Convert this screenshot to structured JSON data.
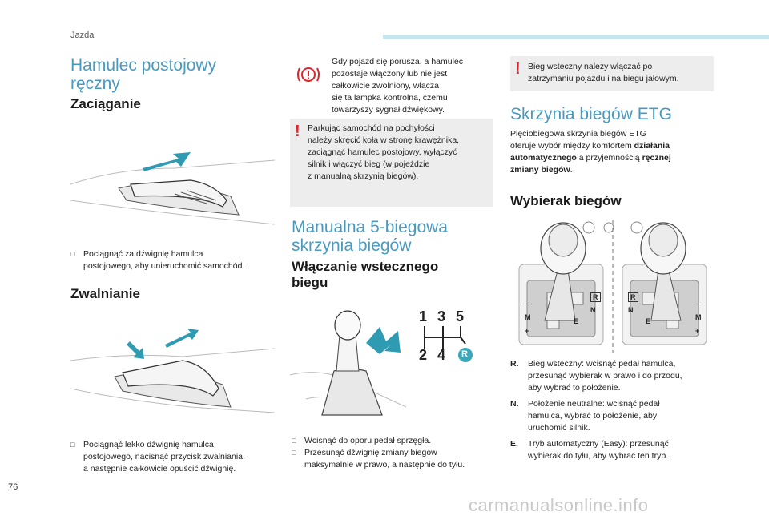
{
  "header": {
    "section": "Jazda"
  },
  "page_number": "76",
  "watermark": "carmanualsonline.info",
  "parking_brake": {
    "title_line1": "Hamulec postojowy",
    "title_line2": "ręczny",
    "apply_heading": "Zaciąganie",
    "apply_bullet_l1": "Pociągnąć za dźwignię hamulca",
    "apply_bullet_l2": "postojowego, aby unieruchomić samochód.",
    "release_heading": "Zwalnianie",
    "release_bullet_l1": "Pociągnąć lekko dźwignię hamulca",
    "release_bullet_l2": "postojowego, nacisnąć przycisk zwalniania,",
    "release_bullet_l3": "a następnie całkowicie opuścić dźwignię."
  },
  "warnings": {
    "moving_l1": "Gdy pojazd się porusza, a hamulec",
    "moving_l2": "pozostaje włączony lub nie jest",
    "moving_l3": "całkowicie zwolniony, włącza",
    "moving_l4": "się ta lampka kontrolna, czemu",
    "moving_l5": "towarzyszy sygnał dźwiękowy.",
    "parking_l1": "Parkując samochód na pochyłości",
    "parking_l2": "należy skręcić koła w stronę krawężnika,",
    "parking_l3": "zaciągnąć hamulec postojowy, wyłączyć",
    "parking_l4": "silnik i włączyć bieg (w pojeździe",
    "parking_l5": "z manualną skrzynią biegów).",
    "reverse_l1": "Bieg wsteczny należy włączać po",
    "reverse_l2": "zatrzymaniu pojazdu i na biegu jałowym."
  },
  "manual_gearbox": {
    "title_line1": "Manualna 5-biegowa",
    "title_line2": "skrzynia biegów",
    "reverse_heading_l1": "Włączanie wstecznego",
    "reverse_heading_l2": "biegu",
    "bullet1": "Wcisnąć do oporu pedał sprzęgła.",
    "bullet2_l1": "Przesunąć dźwignię zmiany biegów",
    "bullet2_l2": "maksymalnie w prawo, a następnie do tyłu.",
    "pattern": {
      "top": [
        "1",
        "3",
        "5"
      ],
      "bottom": [
        "2",
        "4"
      ],
      "reverse": "R"
    }
  },
  "etg": {
    "title": "Skrzynia biegów ETG",
    "intro_l1": "Pięciobiegowa skrzynia biegów ETG",
    "intro_l2_a": "oferuje wybór między komfortem ",
    "intro_l2_b": "działania",
    "intro_l3_a": "automatycznego",
    "intro_l3_b": " a przyjemnością ",
    "intro_l3_c": "ręcznej",
    "intro_l4_a": "zmiany biegów",
    "intro_l4_b": ".",
    "selector_heading": "Wybierak biegów",
    "gate_labels": {
      "r": "R",
      "n": "N",
      "e": "E",
      "m": "M",
      "minus": "–",
      "plus": "+"
    },
    "items": [
      {
        "key": "R.",
        "l1": "Bieg wsteczny: wcisnąć pedał hamulca,",
        "l2": "przesunąć wybierak w prawo i do przodu,",
        "l3": "aby wybrać to położenie."
      },
      {
        "key": "N.",
        "l1": "Położenie neutralne: wcisnąć pedał",
        "l2": "hamulca, wybrać to położenie, aby",
        "l3": "uruchomić silnik."
      },
      {
        "key": "E.",
        "l1": "Tryb automatyczny (Easy): przesunąć",
        "l2": "wybierak do tyłu, aby wybrać ten tryb.",
        "l3": ""
      }
    ]
  },
  "colors": {
    "accent": "#4a9ac0",
    "warning": "#e0242b",
    "arrow": "#2e9bb3",
    "box": "#ededed"
  },
  "bullet_icon": "square-bullet-icon"
}
